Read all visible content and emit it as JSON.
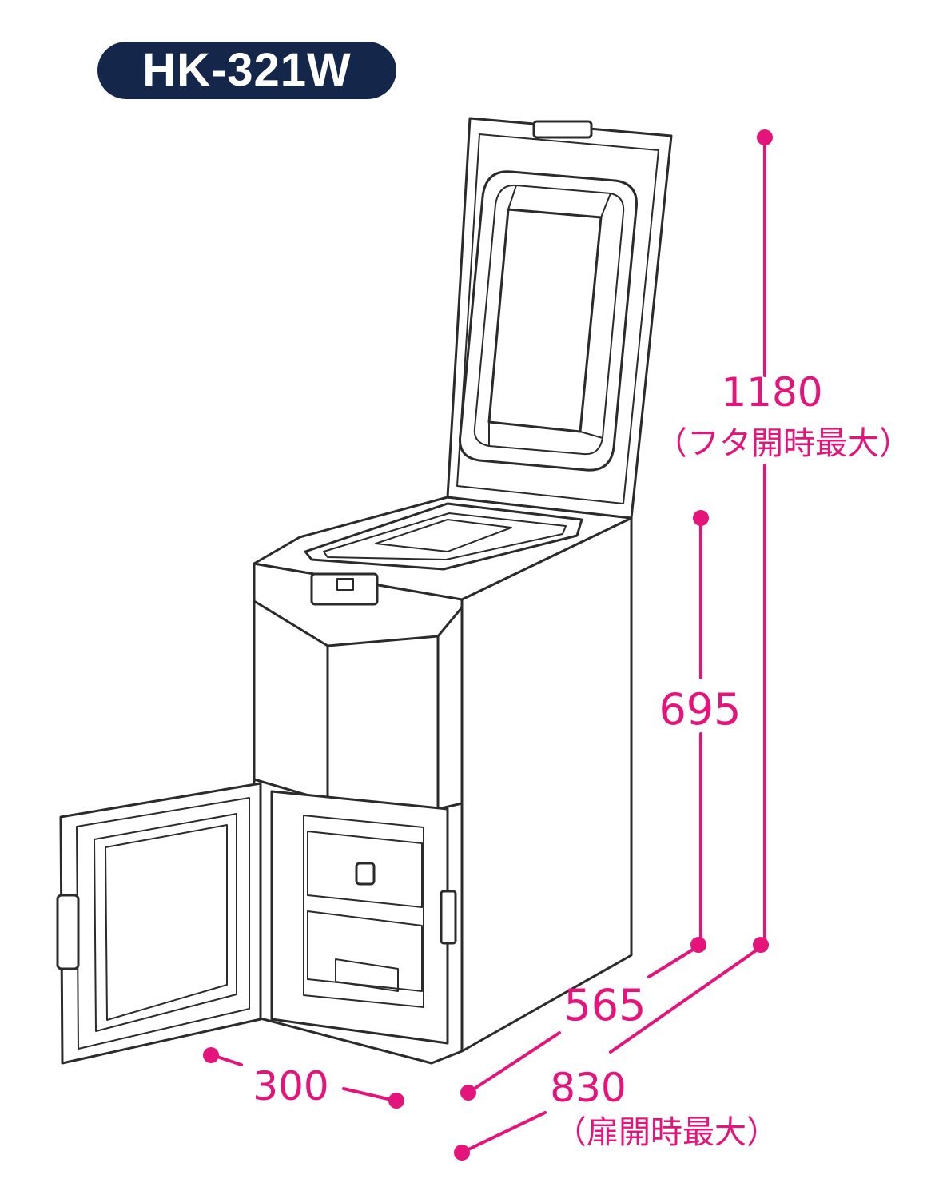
{
  "model": "HK-321W",
  "colors": {
    "dimension": "#e4147b",
    "badge_bg": "#14274a",
    "badge_text": "#ffffff",
    "outline": "#2b2b2b"
  },
  "dimensions": {
    "lid_open_height": {
      "value": "1180",
      "note": "（フタ開時最大）"
    },
    "body_height": {
      "value": "695"
    },
    "depth": {
      "value": "565"
    },
    "door_open_depth": {
      "value": "830",
      "note": "（扉開時最大）"
    },
    "width": {
      "value": "300"
    }
  }
}
